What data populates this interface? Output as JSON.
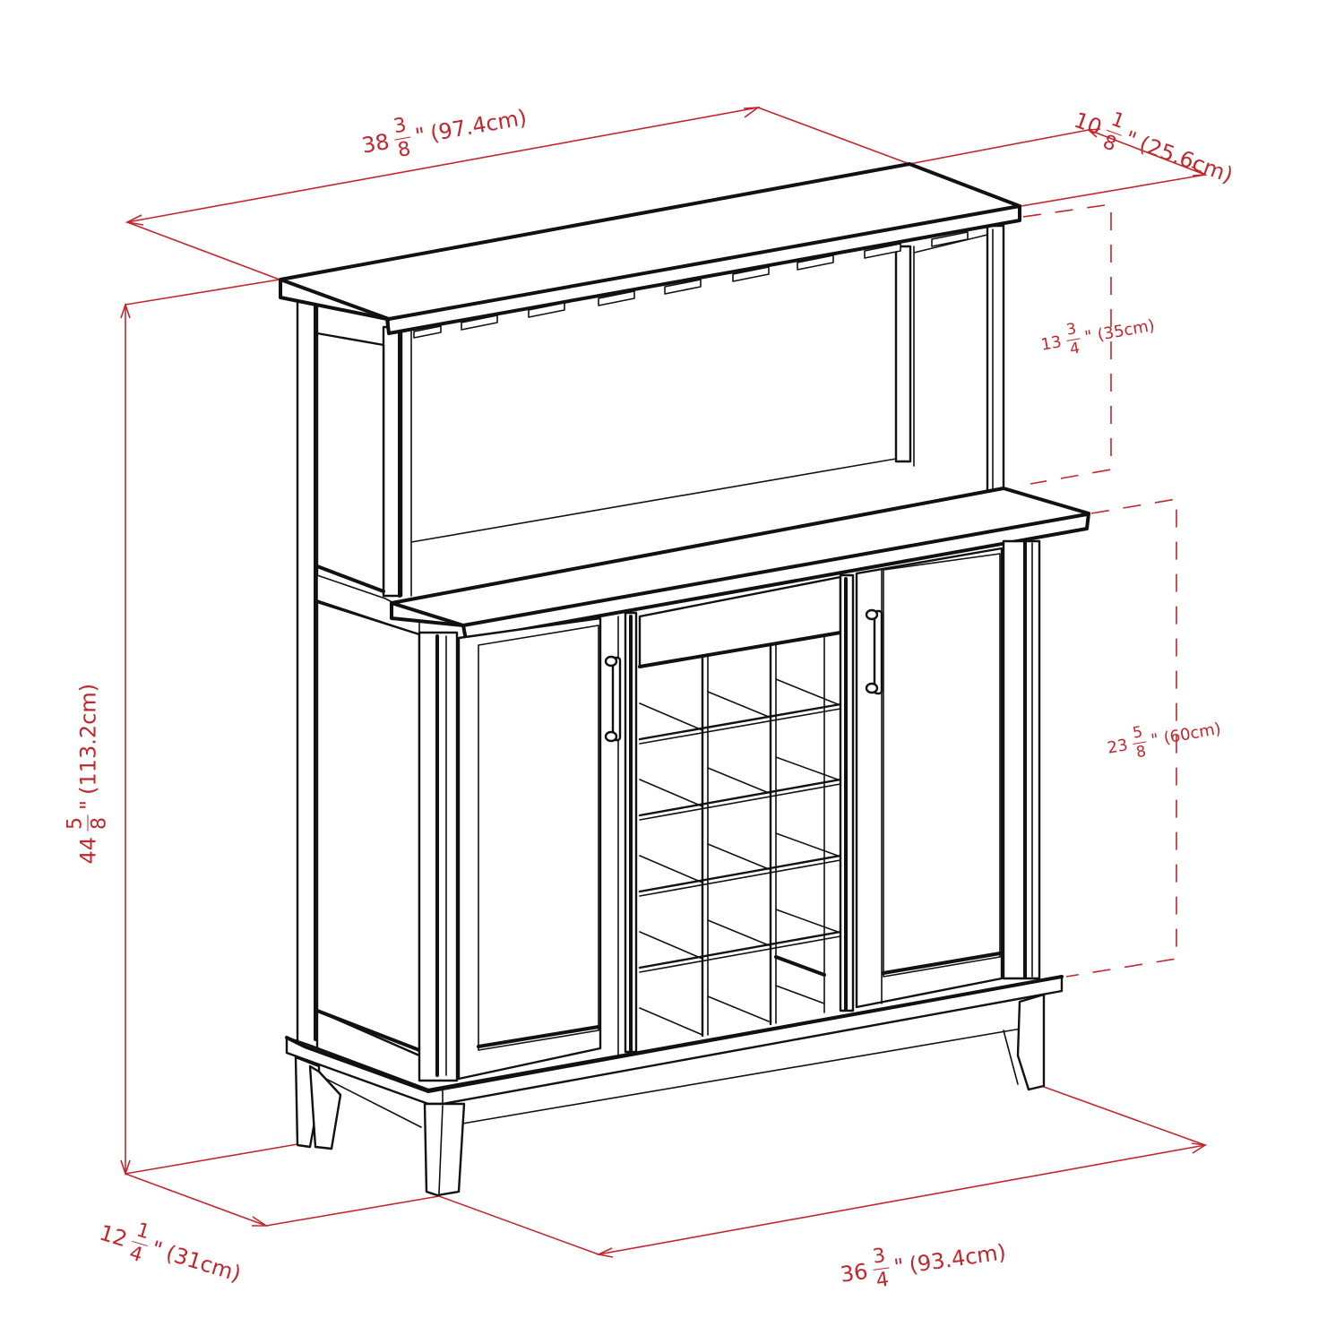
{
  "diagram": {
    "subject": "Wine cabinet / buffet with hutch top, stemware rack, 20-bottle wine cubby and two doors",
    "line_color": "#111111",
    "dimension_color": "#c0282d",
    "background": "#ffffff"
  },
  "dimensions": {
    "top_width": {
      "whole": "38",
      "num": "3",
      "den": "8",
      "unit": "\"",
      "metric": "(97.4cm)"
    },
    "top_depth": {
      "whole": "10",
      "num": "1",
      "den": "8",
      "unit": "\"",
      "metric": "(25.6cm)"
    },
    "hutch_height": {
      "whole": "13",
      "num": "3",
      "den": "4",
      "unit": "\"",
      "metric": "(35cm)"
    },
    "cabinet_height": {
      "whole": "23",
      "num": "5",
      "den": "8",
      "unit": "\"",
      "metric": "(60cm)"
    },
    "total_height": {
      "whole": "44",
      "num": "5",
      "den": "8",
      "unit": "\"",
      "metric": "(113.2cm)"
    },
    "base_depth": {
      "whole": "12",
      "num": "1",
      "den": "4",
      "unit": "\"",
      "metric": "(31cm)"
    },
    "base_width": {
      "whole": "36",
      "num": "3",
      "den": "4",
      "unit": "\"",
      "metric": "(93.4cm)"
    }
  },
  "components": {
    "stemware_slots": 9,
    "wine_cubby_rows": 5,
    "wine_cubby_columns": 3,
    "doors": 2,
    "door_handles": 2,
    "legs": 4
  }
}
